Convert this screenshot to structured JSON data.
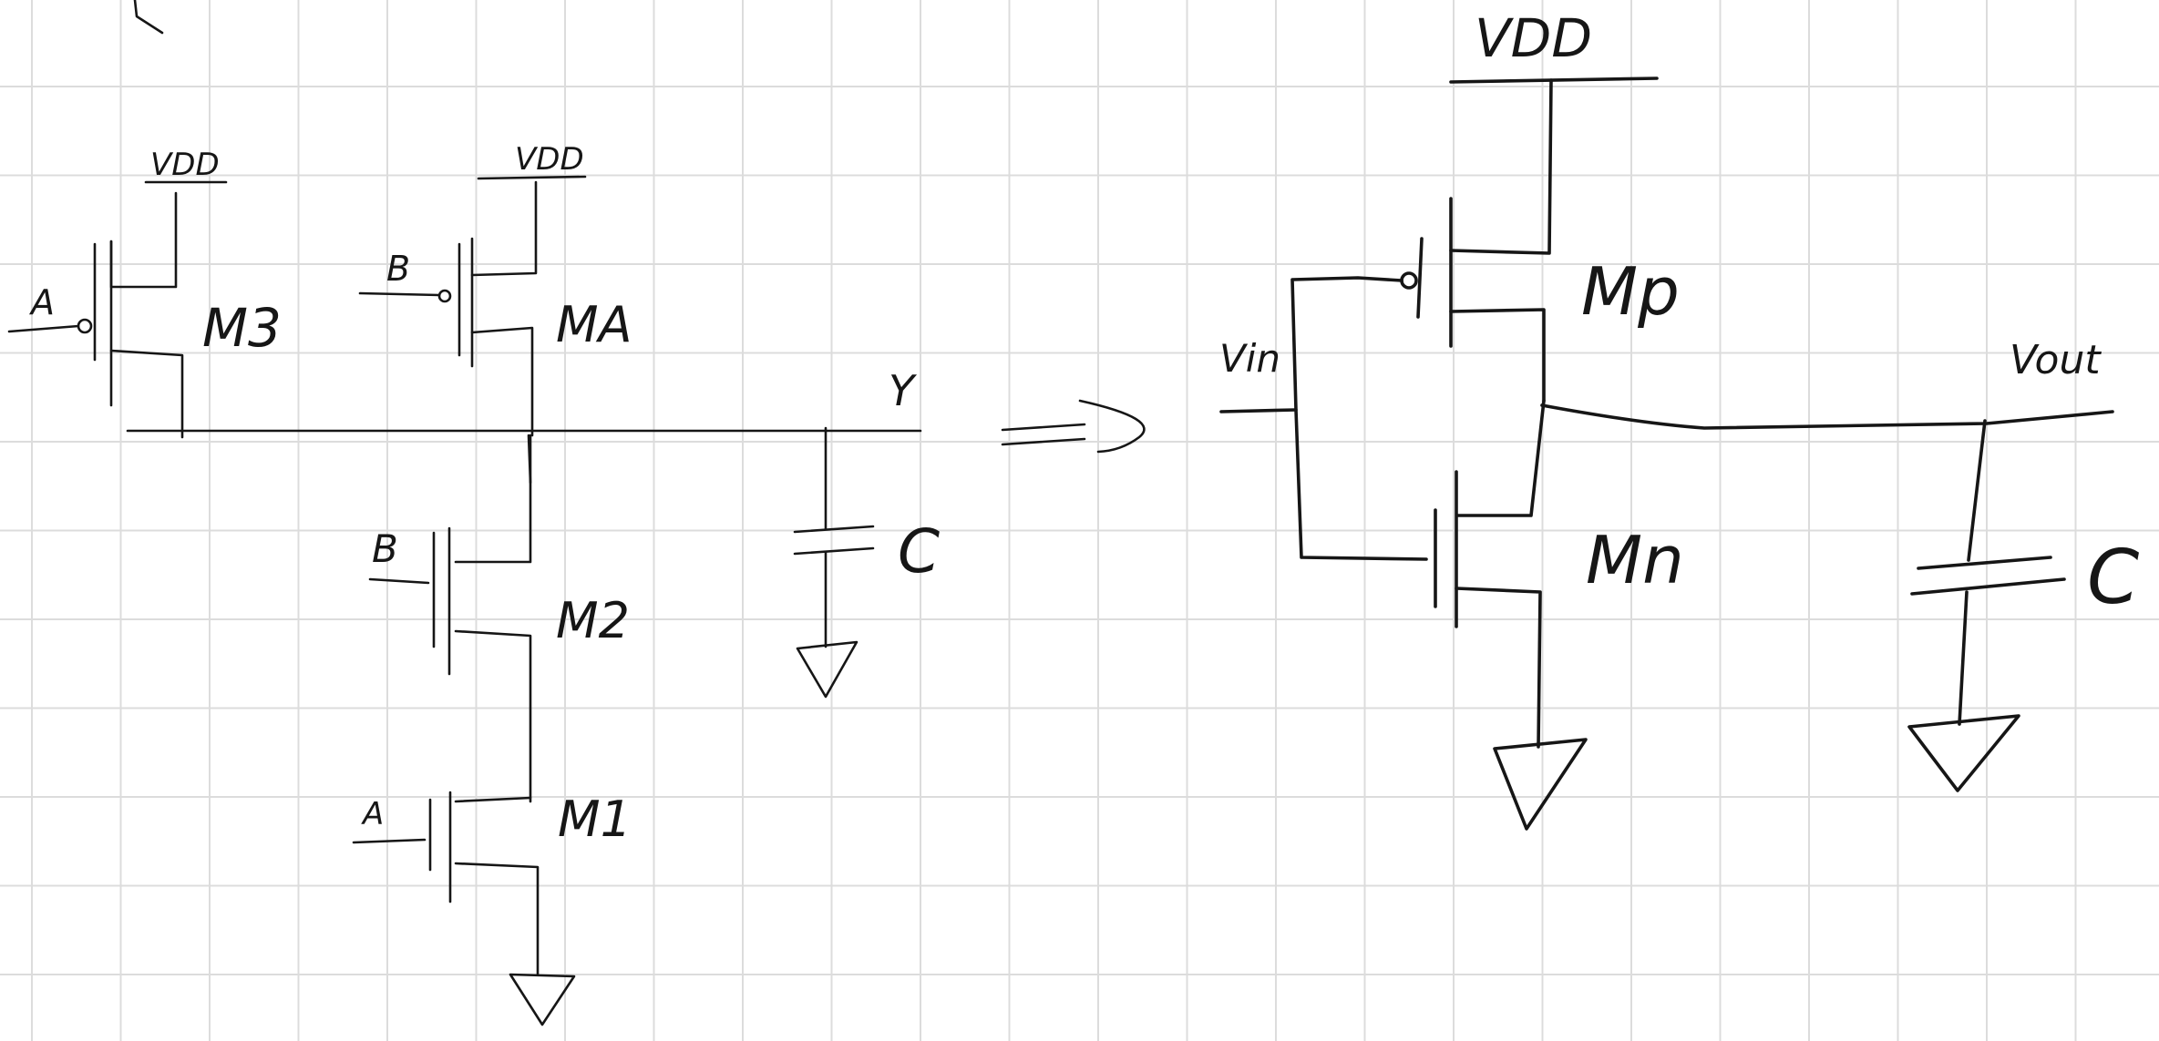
{
  "left_circuit": {
    "fragment_top_left": "'",
    "pmos_m3": {
      "name": "M3",
      "gate": "A",
      "supply": "VDD"
    },
    "pmos_m4": {
      "name": "MA",
      "gate": "B",
      "supply": "VDD"
    },
    "nmos_m2": {
      "name": "M2",
      "gate": "B"
    },
    "nmos_m1": {
      "name": "M1",
      "gate": "A"
    },
    "output_node": "Y",
    "capacitor": "C"
  },
  "arrow": "⟹",
  "right_circuit": {
    "supply": "VDD",
    "pmos": {
      "name": "Mp"
    },
    "nmos": {
      "name": "Mn"
    },
    "input": "Vin",
    "output": "Vout",
    "capacitor": "C"
  },
  "colors": {
    "ink": "#161616",
    "grid": "#dcdcdc",
    "paper": "#ffffff"
  }
}
